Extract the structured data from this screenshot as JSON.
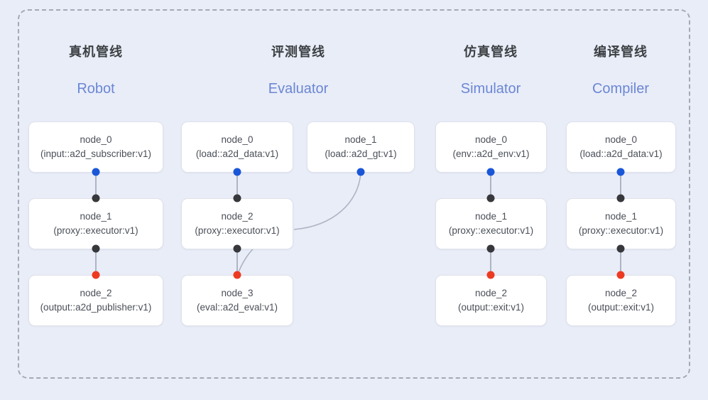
{
  "diagram": {
    "title": "pipeline-topology",
    "background_color": "#e9edf8",
    "frame_border_color": "#a3a9b5",
    "accent_color": "#6b87d4",
    "port_colors": {
      "output": "#1a56d8",
      "input": "#37383c",
      "terminal": "#ec3b22"
    },
    "edge_color": "#aeb4c4"
  },
  "columns": [
    {
      "id": "robot",
      "title_cn": "真机管线",
      "title_en": "Robot",
      "nodes": [
        {
          "id": "node_0",
          "type": "(input::a2d_subscriber:v1)"
        },
        {
          "id": "node_1",
          "type": "(proxy::executor:v1)"
        },
        {
          "id": "node_2",
          "type": "(output::a2d_publisher:v1)"
        }
      ]
    },
    {
      "id": "evaluator",
      "title_cn": "评测管线",
      "title_en": "Evaluator",
      "nodes": [
        {
          "id": "node_0",
          "type": "(load::a2d_data:v1)"
        },
        {
          "id": "node_1",
          "type": "(load::a2d_gt:v1)"
        },
        {
          "id": "node_2",
          "type": "(proxy::executor:v1)"
        },
        {
          "id": "node_3",
          "type": "(eval::a2d_eval:v1)"
        }
      ]
    },
    {
      "id": "simulator",
      "title_cn": "仿真管线",
      "title_en": "Simulator",
      "nodes": [
        {
          "id": "node_0",
          "type": "(env::a2d_env:v1)"
        },
        {
          "id": "node_1",
          "type": "(proxy::executor:v1)"
        },
        {
          "id": "node_2",
          "type": "(output::exit:v1)"
        }
      ]
    },
    {
      "id": "compiler",
      "title_cn": "编译管线",
      "title_en": "Compiler",
      "nodes": [
        {
          "id": "node_0",
          "type": "(load::a2d_data:v1)"
        },
        {
          "id": "node_1",
          "type": "(proxy::executor:v1)"
        },
        {
          "id": "node_2",
          "type": "(output::exit:v1)"
        }
      ]
    }
  ]
}
